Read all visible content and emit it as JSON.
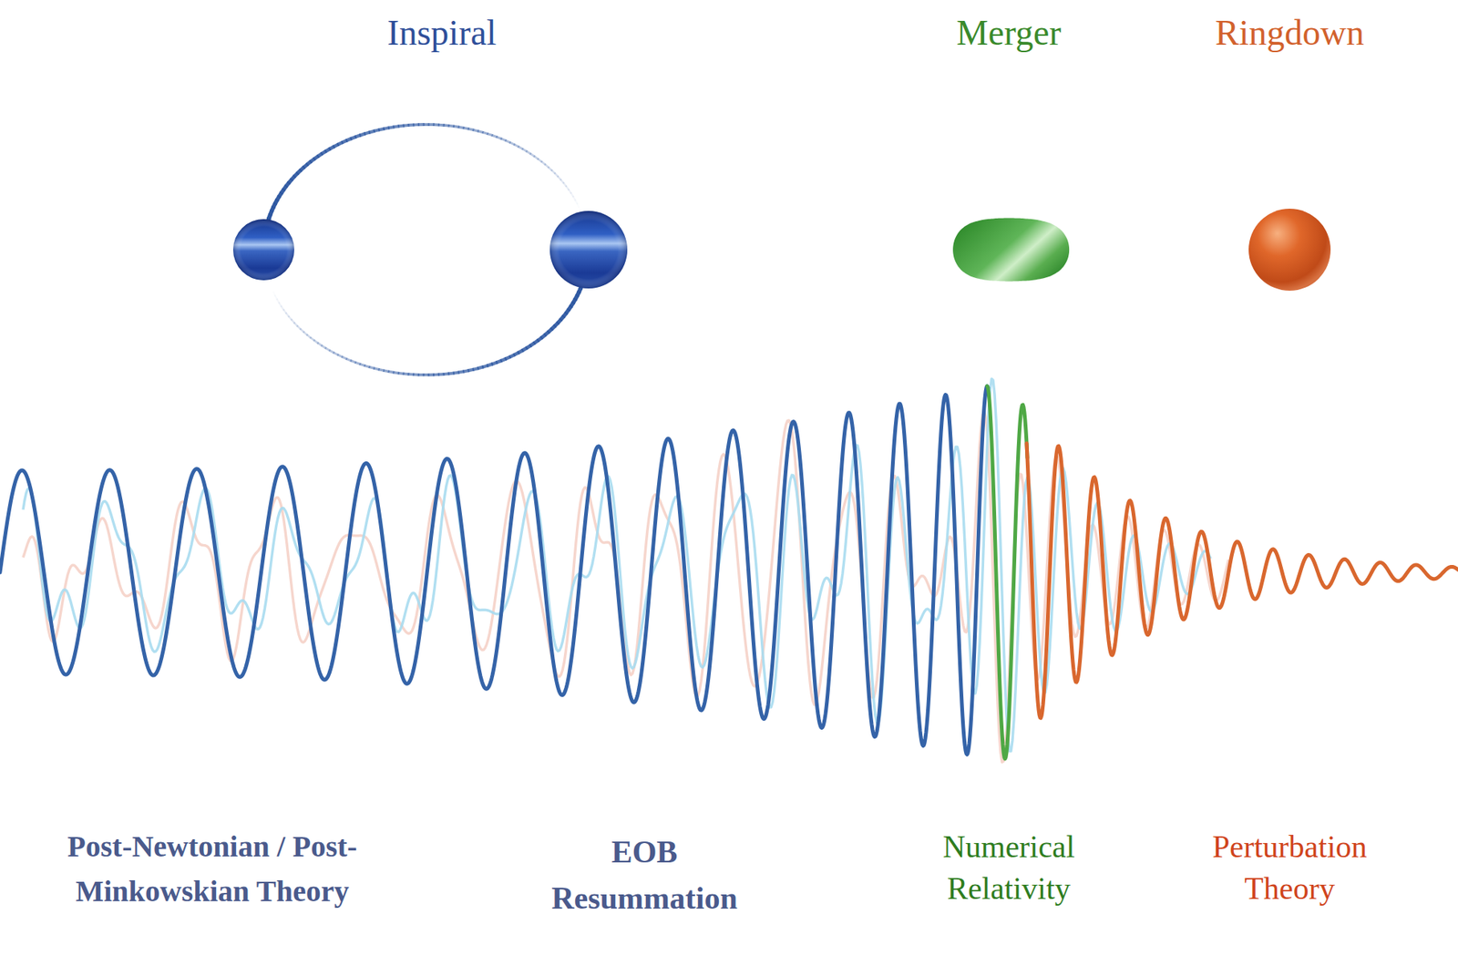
{
  "diagram": {
    "labels": [
      "Inspiral",
      "Merger",
      "Ringdown",
      "Post-Newtonian / Post-Minkowskian Theory",
      "EOB Resummation",
      "Numerical Relativity",
      "Perturbation Theory"
    ]
  }
}
